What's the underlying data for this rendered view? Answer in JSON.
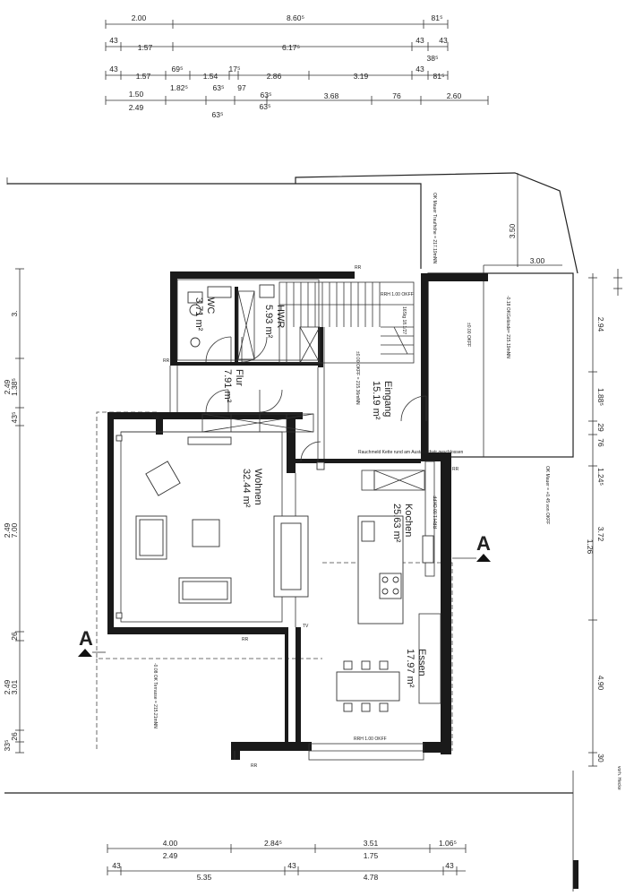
{
  "dims": {
    "top": [
      [
        "2.00",
        "8.60⁵",
        "81⁵"
      ],
      [
        "43",
        "1.57",
        "6.17⁵",
        "43",
        "43"
      ],
      [
        "38⁵"
      ],
      [
        "43",
        "1.57",
        "69⁵",
        "1.54",
        "17⁵",
        "2.86",
        "3.19",
        "43",
        "81⁵"
      ],
      [
        "1.82⁵",
        "63⁵",
        "97",
        "63⁵"
      ],
      [
        "1.50",
        "3.68",
        "76",
        "2.60"
      ],
      [
        "2.49",
        "63⁵"
      ],
      [
        "63⁵"
      ]
    ],
    "left": [
      "3.",
      "1.38⁵",
      "2.49",
      "43⁵",
      "7.00",
      "2.49",
      "26",
      "3.01",
      "2.49",
      "26",
      "33⁵"
    ],
    "right": [
      "2.94",
      "1.88⁵",
      "29",
      "76",
      "1.24⁵",
      "3.72",
      "1.26",
      "4.90",
      "30"
    ],
    "misc": [
      "3.50",
      "3.00"
    ],
    "bottom": [
      [
        "4.00",
        "2.84⁵",
        "3.51",
        "1.06⁵"
      ],
      [
        "2.49",
        "1.75"
      ],
      [
        "43",
        "5.35",
        "43",
        "4.78",
        "43"
      ]
    ]
  },
  "rooms": [
    {
      "name": "WC",
      "area": "3.71 m²"
    },
    {
      "name": "HWR",
      "area": "5.93 m²"
    },
    {
      "name": "Flur",
      "area": "7.91 m²"
    },
    {
      "name": "Eingang",
      "area": "15.19 m²"
    },
    {
      "name": "Wohnen",
      "area": "32.44 m²"
    },
    {
      "name": "Kochen",
      "area": "25.63 m²"
    },
    {
      "name": "Essen",
      "area": "17.97 m²"
    }
  ],
  "section": {
    "left": "A",
    "right": "A"
  },
  "notes": {
    "ok_mauer_top": "OK Mauer Traufhöhe = 217.19mNN",
    "ok_gelaende": "-0.18 OKGelände= 215.19mNN",
    "okff_0": "±0.00 OKFF",
    "eingang_okff": "±0.00 OKFF = 215.36mNN",
    "ok_mauer_right": "OK Mauer = +0.45 von OKFF",
    "ok_terrasse": "-0.08 OK Terrasse = 215.21mNN",
    "stair": "16Stg 18.1/27",
    "rauchmelder": "Rauchmeld Kette rund am Austauschstr geschlossen",
    "rr": "RR",
    "tv": "TV",
    "window_label": "RRH 1.00 OKFF",
    "kitchen_note": "RRH 1.00 OKFF",
    "grenze": "vorh. Hecke"
  }
}
